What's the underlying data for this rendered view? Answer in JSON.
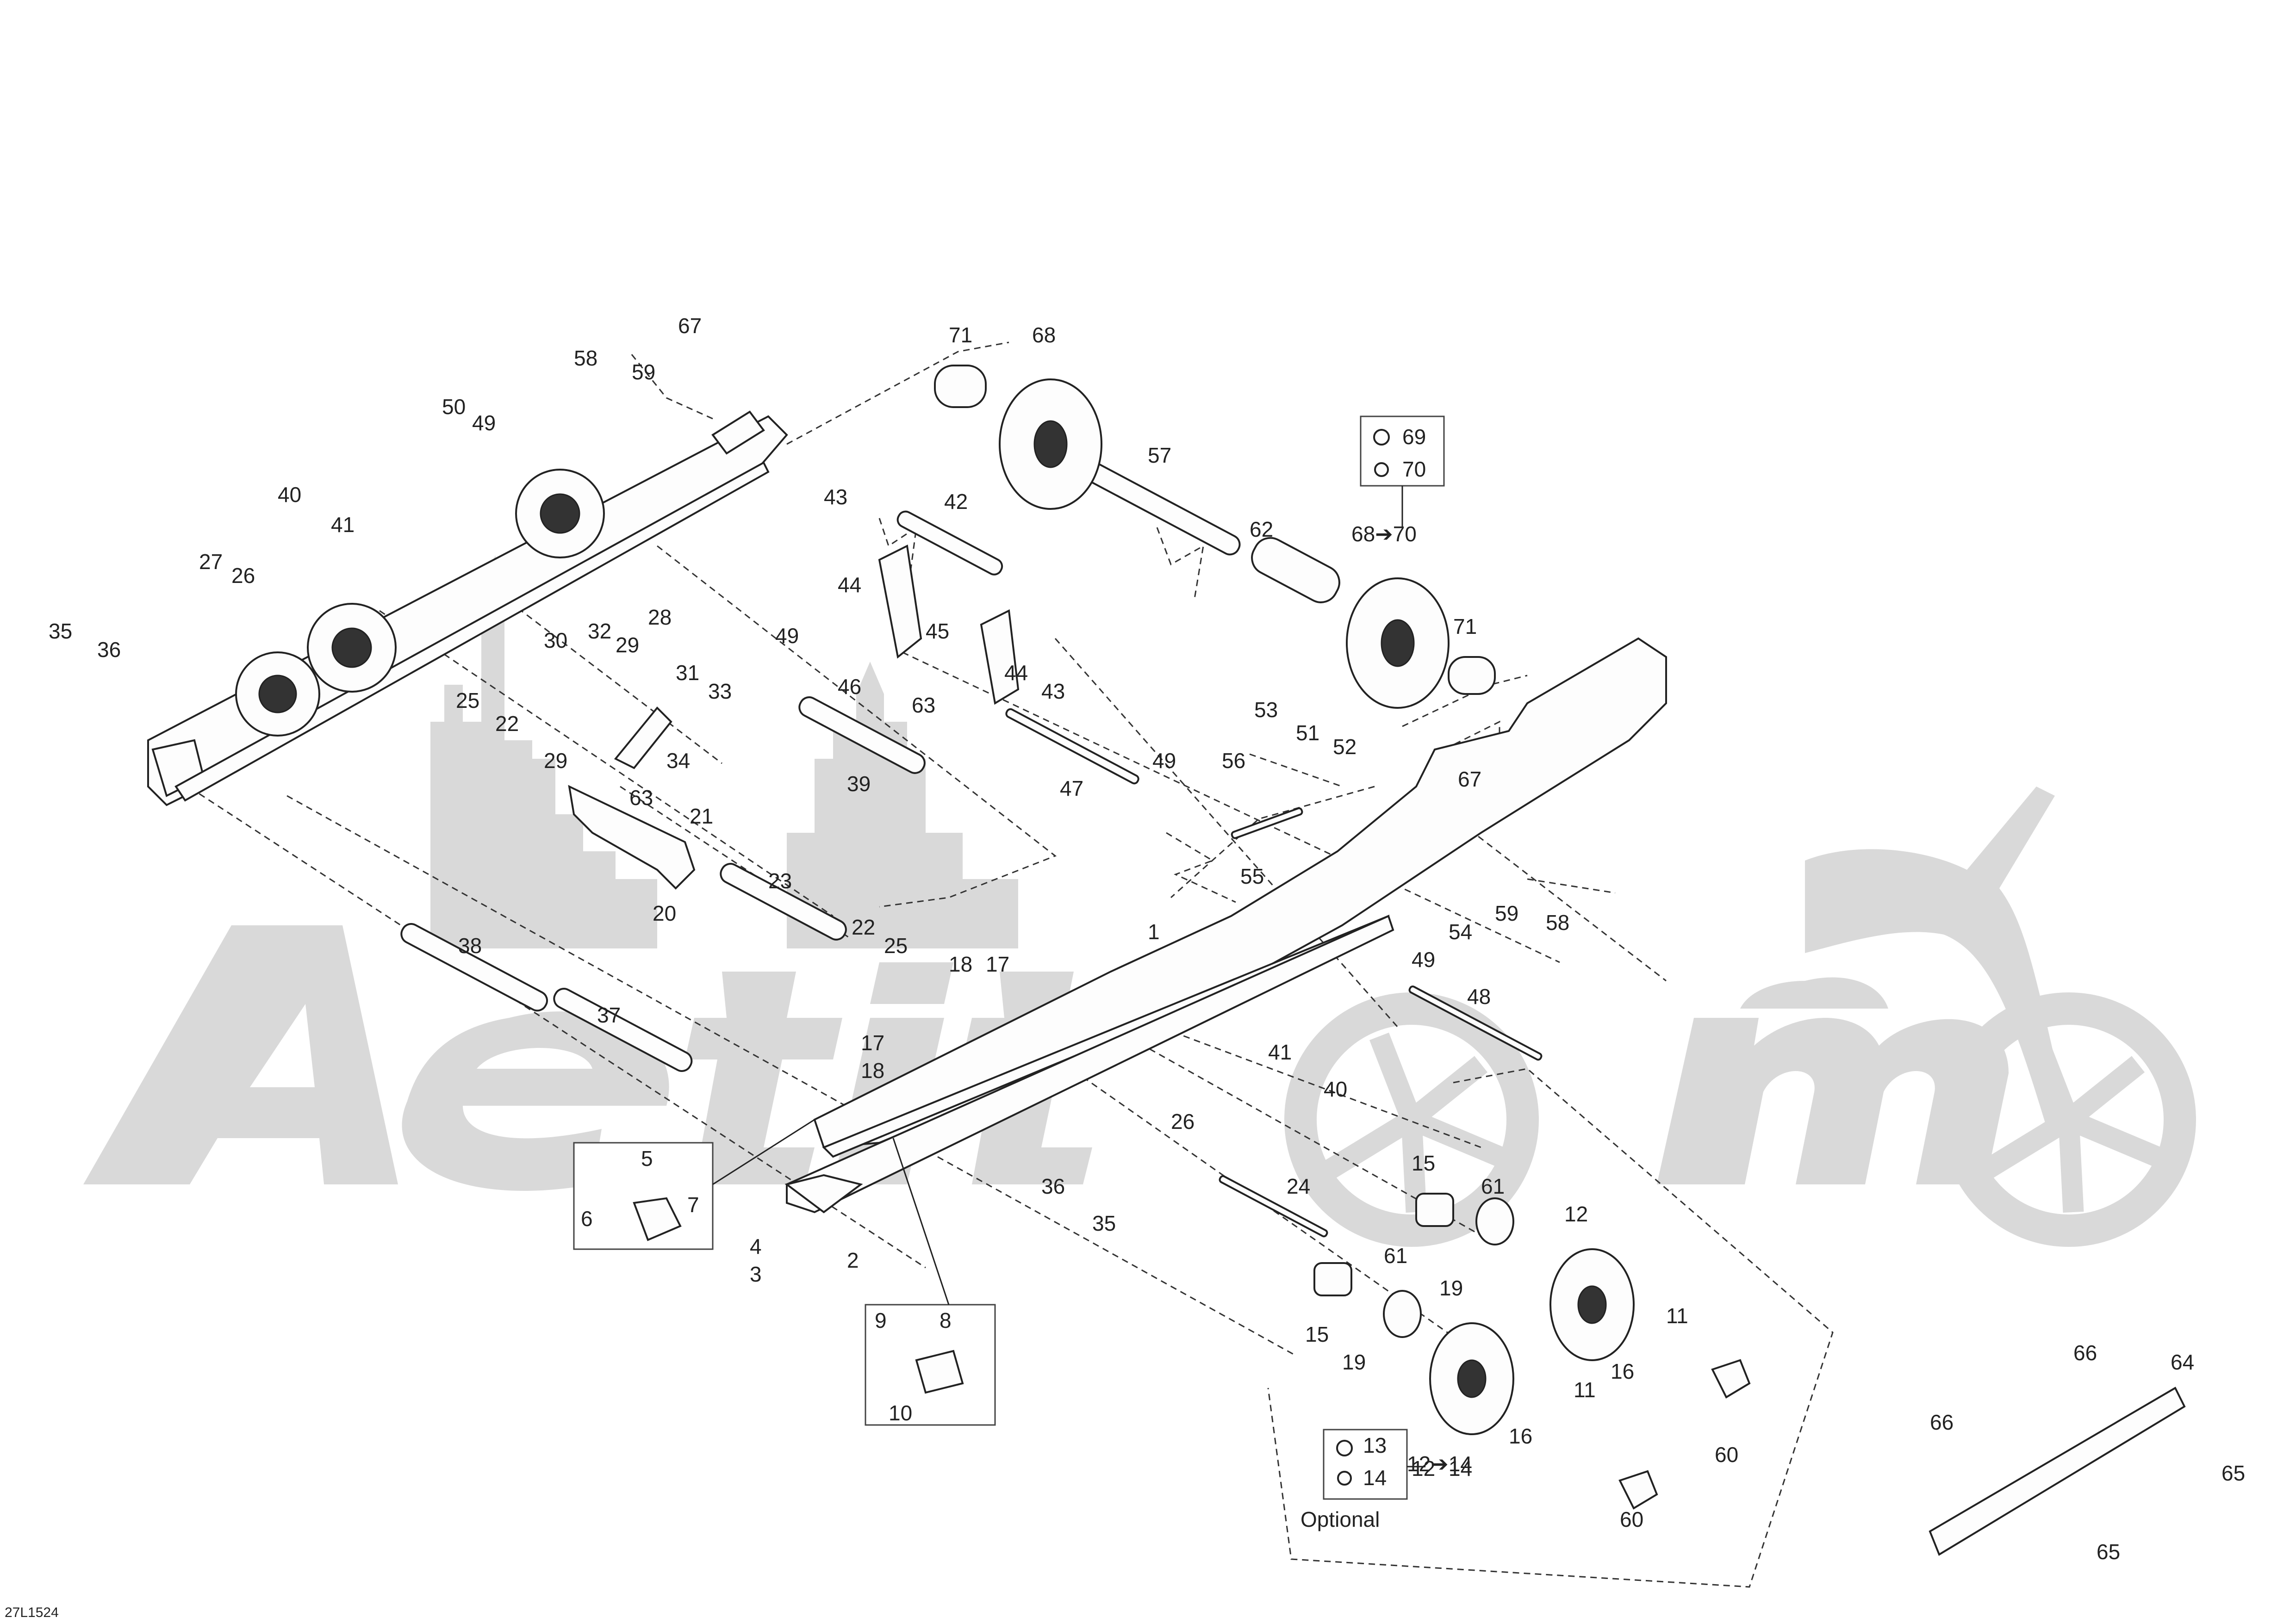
{
  "drawing_code": "27L1524",
  "watermark_text": "AeTiTamo",
  "optional_label": "Optional",
  "kit_labels": {
    "front_wheel_kit": "68➔70",
    "rear_wheel_kit": "12➔14"
  },
  "callouts": [
    "1",
    "2",
    "3",
    "4",
    "5",
    "6",
    "7",
    "8",
    "9",
    "10",
    "11",
    "12",
    "13",
    "14",
    "15",
    "16",
    "17",
    "18",
    "19",
    "20",
    "21",
    "22",
    "23",
    "24",
    "25",
    "26",
    "27",
    "28",
    "29",
    "30",
    "31",
    "32",
    "33",
    "34",
    "35",
    "36",
    "37",
    "38",
    "39",
    "40",
    "41",
    "42",
    "43",
    "44",
    "45",
    "46",
    "47",
    "48",
    "49",
    "50",
    "51",
    "52",
    "53",
    "54",
    "55",
    "56",
    "57",
    "58",
    "59",
    "60",
    "61",
    "62",
    "63",
    "64",
    "65",
    "66",
    "67",
    "68",
    "69",
    "70",
    "71"
  ]
}
